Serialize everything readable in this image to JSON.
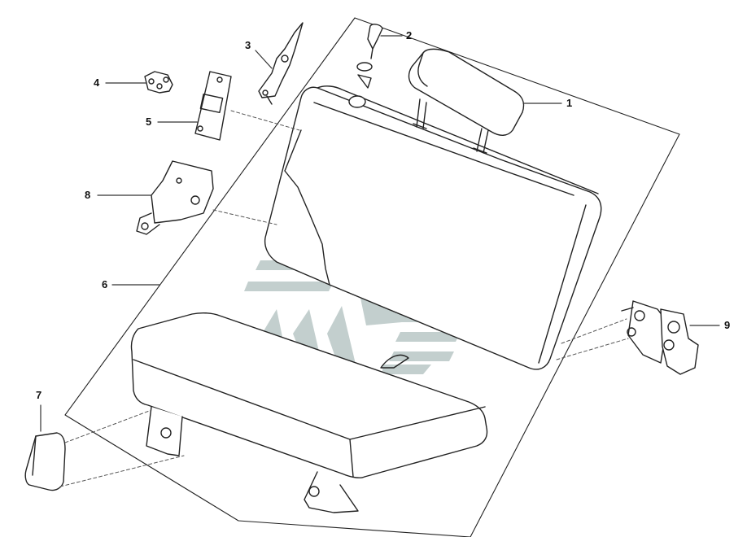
{
  "diagram": {
    "callouts": [
      {
        "number": "1",
        "part_icon": "headrest-icon"
      },
      {
        "number": "2",
        "part_icon": "headrest-guide-pin-icon"
      },
      {
        "number": "3",
        "part_icon": "seat-belt-buckle-icon"
      },
      {
        "number": "4",
        "part_icon": "bolt-clip-icon"
      },
      {
        "number": "5",
        "part_icon": "latch-plate-icon"
      },
      {
        "number": "6",
        "part_icon": "rear-seat-assembly-icon"
      },
      {
        "number": "7",
        "part_icon": "hinge-cover-icon"
      },
      {
        "number": "8",
        "part_icon": "seat-hinge-bracket-icon"
      },
      {
        "number": "9",
        "part_icon": "seatback-lock-bracket-icon"
      }
    ],
    "colors": {
      "line": "#222222",
      "leader": "#333333",
      "watermark": "#b9c7c6"
    }
  }
}
